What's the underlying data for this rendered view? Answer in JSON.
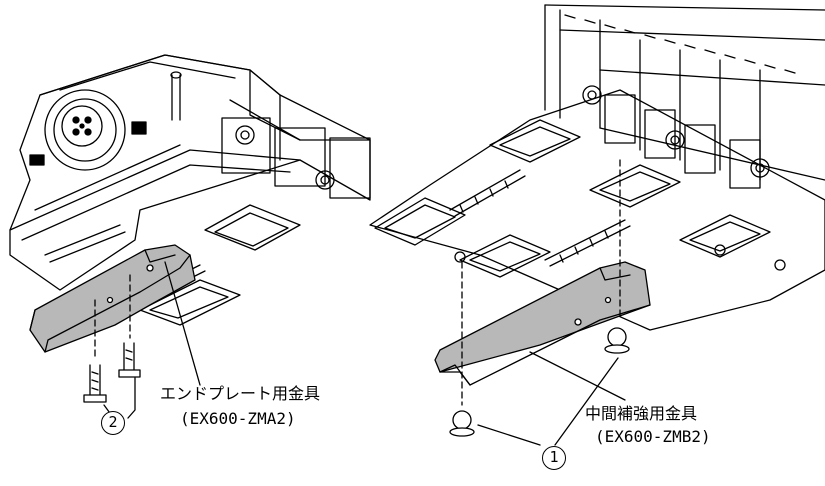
{
  "labels": {
    "end_plate_bracket_name": "エンドプレート用金具",
    "end_plate_bracket_code": "(EX600-ZMA2)",
    "mid_bracket_name": "中間補強用金具",
    "mid_bracket_code": "(EX600-ZMB2)"
  },
  "callouts": {
    "screw_2": "2",
    "screw_1": "1"
  },
  "colors": {
    "line": "#000000",
    "bracket_fill": "#b8b8b8",
    "body_fill": "#ffffff"
  }
}
